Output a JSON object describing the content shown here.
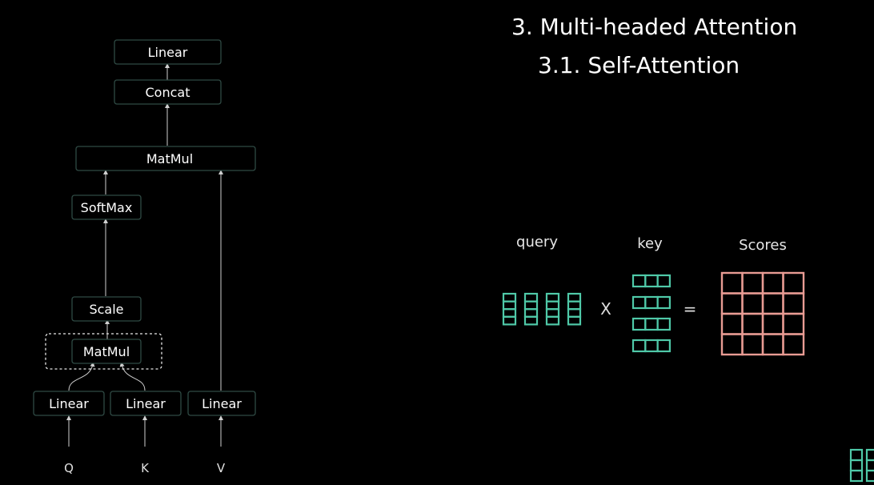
{
  "titles": {
    "section": "3. Multi-headed Attention",
    "subsection": "3.1. Self-Attention"
  },
  "diagram": {
    "nodes": {
      "linear_top": "Linear",
      "concat": "Concat",
      "matmul_top": "MatMul",
      "softmax": "SoftMax",
      "scale": "Scale",
      "matmul_inner": "MatMul",
      "linear_q": "Linear",
      "linear_k": "Linear",
      "linear_v": "Linear"
    },
    "inputs": {
      "q": "Q",
      "k": "K",
      "v": "V"
    }
  },
  "matrices": {
    "query_label": "query",
    "key_label": "key",
    "scores_label": "Scores",
    "multiply_symbol": "X",
    "equals_symbol": "="
  },
  "colors": {
    "teal": "#4fc9a8",
    "salmon": "#e89b93",
    "box_border": "#2f4a44"
  }
}
